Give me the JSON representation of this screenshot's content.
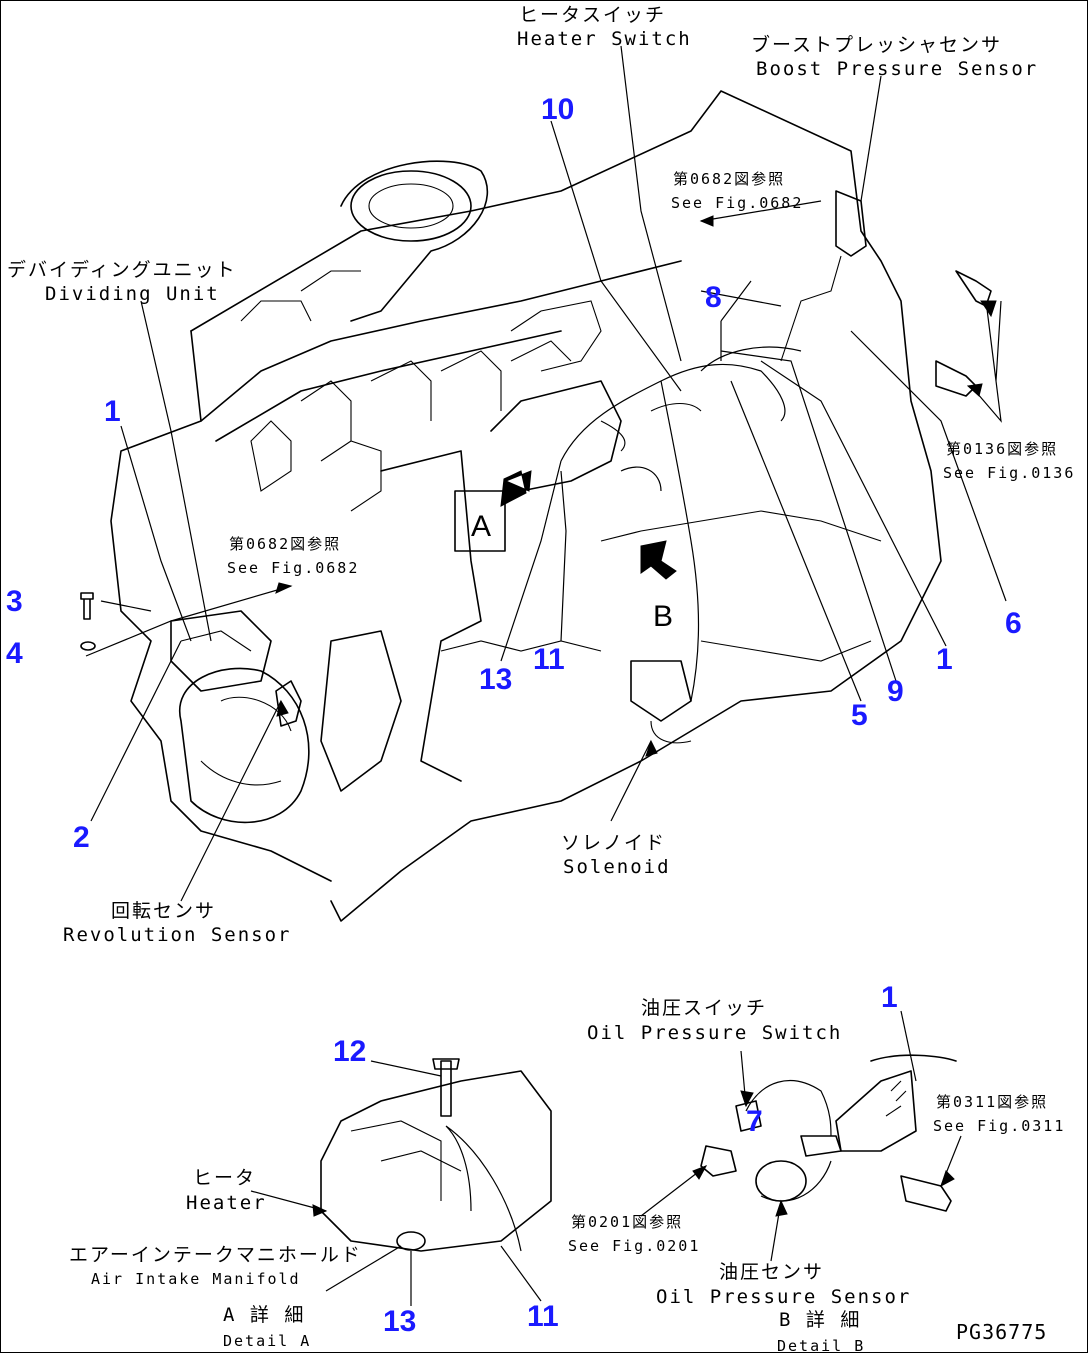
{
  "labels": {
    "heater_switch_jp": "ヒータスイッチ",
    "heater_switch_en": "Heater Switch",
    "boost_sensor_jp": "ブーストプレッシャセンサ",
    "boost_sensor_en": "Boost Pressure Sensor",
    "see_0682_top_jp": "第0682図参照",
    "see_0682_top_en": "See Fig.0682",
    "dividing_unit_jp": "デバイディングユニット",
    "dividing_unit_en": "Dividing Unit",
    "see_0136_jp": "第0136図参照",
    "see_0136_en": "See Fig.0136",
    "see_0682_left_jp": "第0682図参照",
    "see_0682_left_en": "See Fig.0682",
    "solenoid_jp": "ソレノイド",
    "solenoid_en": "Solenoid",
    "revolution_sensor_jp": "回転センサ",
    "revolution_sensor_en": "Revolution Sensor",
    "oil_pressure_switch_jp": "油圧スイッチ",
    "oil_pressure_switch_en": "Oil Pressure Switch",
    "see_0311_jp": "第0311図参照",
    "see_0311_en": "See Fig.0311",
    "heater_jp": "ヒータ",
    "heater_en": "Heater",
    "air_intake_jp": "エアーインテークマニホールド",
    "air_intake_en": "Air Intake Manifold",
    "see_0201_jp": "第0201図参照",
    "see_0201_en": "See Fig.0201",
    "oil_sensor_jp": "油圧センサ",
    "oil_sensor_en": "Oil Pressure Sensor",
    "detail_a_jp": "A 詳 細",
    "detail_a_en": "Detail A",
    "detail_b_jp": "B 詳 細",
    "detail_b_en": "Detail B",
    "view_a": "A",
    "view_b": "B",
    "drawing_code": "PG36775"
  },
  "callouts": {
    "n1a": "1",
    "n1b": "1",
    "n1c": "1",
    "n2": "2",
    "n3": "3",
    "n4": "4",
    "n5": "5",
    "n6": "6",
    "n7": "7",
    "n8": "8",
    "n9": "9",
    "n10": "10",
    "n11a": "11",
    "n11b": "11",
    "n12": "12",
    "n13a": "13",
    "n13b": "13"
  },
  "colors": {
    "callout": "#1a1aff",
    "line": "#000000",
    "background": "#ffffff"
  }
}
